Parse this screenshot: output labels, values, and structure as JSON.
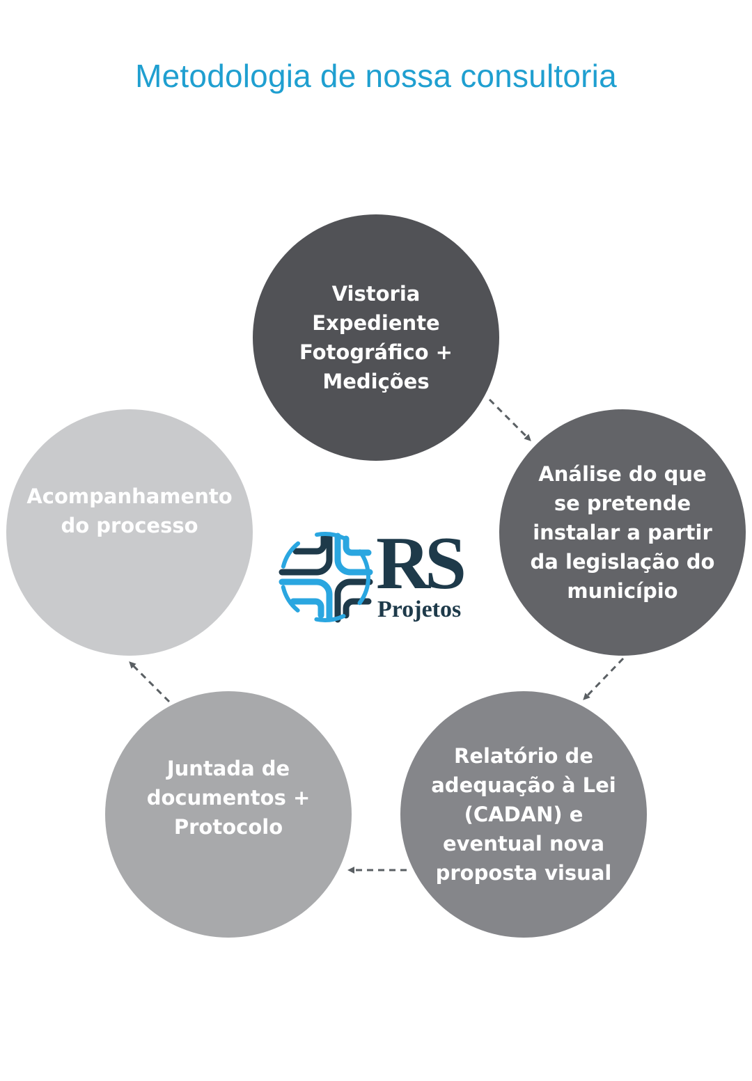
{
  "title": "Metodologia de nossa consultoria",
  "steps": [
    {
      "label": "Vistoria\nExpediente\nFotográfico +\nMedições",
      "color": "#515256"
    },
    {
      "label": "Análise do que\nse pretende\ninstalar a partir\nda legislação do\nmunicípio",
      "color": "#636468"
    },
    {
      "label": "Relatório de\nadequação à Lei\n(CADAN) e\neventual nova\nproposta visual",
      "color": "#85868a"
    },
    {
      "label": "Juntada de\ndocumentos +\nProtocolo",
      "color": "#a8a9ab"
    },
    {
      "label": "Acompanhamento\ndo processo",
      "color": "#c9cacc"
    }
  ],
  "logo": {
    "word": "RS",
    "sub": "Projetos",
    "colors": {
      "blue": "#2aa6e0",
      "dark": "#1e3a4a"
    }
  },
  "arrow_color": "#5a5f63"
}
